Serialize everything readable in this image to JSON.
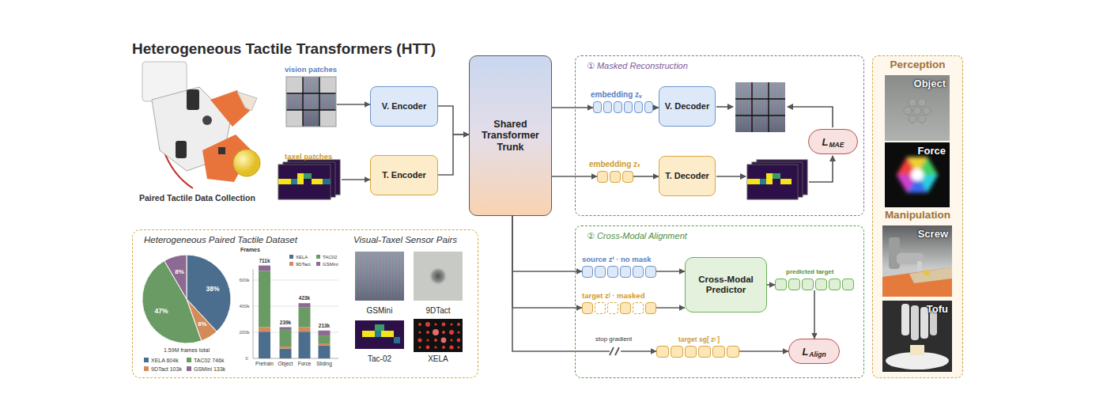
{
  "diagram": {
    "title": "Heterogeneous Tactile Transformers (HTT)",
    "nodes": [
      {
        "text": [
          "vision patches"
        ]
      },
      {
        "text": [
          "taxel patches"
        ]
      },
      {
        "text": [
          "V. Encoder"
        ]
      },
      {
        "text": [
          "T. Encoder"
        ]
      },
      {
        "text": [
          "Shared Transformer Trunk"
        ]
      },
      {
        "text": [
          "① Masked Reconstruction"
        ]
      },
      {
        "text": [
          "embedding zᵥ"
        ],
        "in": 5
      },
      {
        "text": [
          "V. Decoder"
        ],
        "in": 5
      },
      {
        "text": [
          "embedding zₜ"
        ],
        "in": 5
      },
      {
        "text": [
          "T. Decoder"
        ],
        "in": 5
      },
      {
        "text": [
          "L",
          "MAE"
        ],
        "in": 5
      },
      {
        "text": [
          "② Cross-Modal Alignment"
        ]
      },
      {
        "text": [
          "source zⁱ · no mask"
        ],
        "in": 11
      },
      {
        "text": [
          "target zʲ · masked"
        ],
        "in": 11
      },
      {
        "text": [
          "Cross-Modal Predictor"
        ],
        "in": 11
      },
      {
        "text": [
          "predicted target"
        ],
        "in": 11
      },
      {
        "text": [
          "target sg[ zʲ ]"
        ],
        "in": 11
      },
      {
        "text": [
          "L",
          "Align"
        ],
        "in": 11
      },
      {
        "text": [
          "Heterogeneous Paired Tactile Dataset",
          "Visual-Taxel Sensor Pairs"
        ]
      },
      {
        "text": [
          "GSMini"
        ],
        "in": 18
      },
      {
        "text": [
          "9DTact"
        ],
        "in": 18
      },
      {
        "text": [
          "Tac-02"
        ],
        "in": 18
      },
      {
        "text": [
          "XELA"
        ],
        "in": 18
      },
      {
        "text": [
          "Perception",
          "Manipulation"
        ]
      },
      {
        "text": [
          "Object"
        ],
        "in": 23
      },
      {
        "text": [
          "Force"
        ],
        "in": 23
      },
      {
        "text": [
          "Screw"
        ],
        "in": 23
      },
      {
        "text": [
          "Tofu"
        ],
        "in": 23
      }
    ],
    "edges": [
      {
        "from": 0,
        "to": 2,
        "arrow": "to"
      },
      {
        "from": 1,
        "to": 3,
        "arrow": "to"
      },
      {
        "from": 2,
        "to": 4,
        "arrow": "to"
      },
      {
        "from": 3,
        "to": 4,
        "arrow": "to"
      },
      {
        "from": 4,
        "to": 6,
        "arrow": "to"
      },
      {
        "from": 6,
        "to": 7,
        "arrow": "to"
      },
      {
        "from": 4,
        "to": 8,
        "arrow": "to"
      },
      {
        "from": 8,
        "to": 9,
        "arrow": "to"
      },
      {
        "from": 4,
        "to": 12,
        "arrow": "to"
      },
      {
        "from": 4,
        "to": 13,
        "arrow": "to"
      },
      {
        "from": 4,
        "to": 16,
        "arrow": "to",
        "label": "stop gradient"
      },
      {
        "from": 12,
        "to": 14,
        "arrow": "to"
      },
      {
        "from": 13,
        "to": 14,
        "arrow": "to"
      },
      {
        "from": 14,
        "to": 15,
        "arrow": "to"
      },
      {
        "from": 15,
        "to": 17,
        "arrow": "to"
      },
      {
        "from": 16,
        "to": 17,
        "arrow": "to"
      }
    ],
    "labels": [
      "Paired Tactile Data Collection",
      "38%",
      "6%",
      "47%",
      "8%",
      "1.59M frames total",
      "Frames",
      "711k",
      "239k",
      "423k",
      "213k",
      "600k",
      "400k",
      "200k",
      "0",
      "Pretrain",
      "Object",
      "Force",
      "Sliding"
    ],
    "legend": [
      {
        "text": "XELA 604k",
        "color": "#4c6e8e"
      },
      {
        "text": "TAC02 746k",
        "color": "#6b9b64"
      },
      {
        "text": "9DTact 103k",
        "color": "#d38b5a"
      },
      {
        "text": "GSMini 133k",
        "color": "#8d6a92"
      },
      {
        "text": "XELA",
        "color": "#4c6e8e"
      },
      {
        "text": "TAC02",
        "color": "#6b9b64"
      },
      {
        "text": "9DTact",
        "color": "#d38b5a"
      },
      {
        "text": "GSMini",
        "color": "#8d6a92"
      }
    ]
  }
}
